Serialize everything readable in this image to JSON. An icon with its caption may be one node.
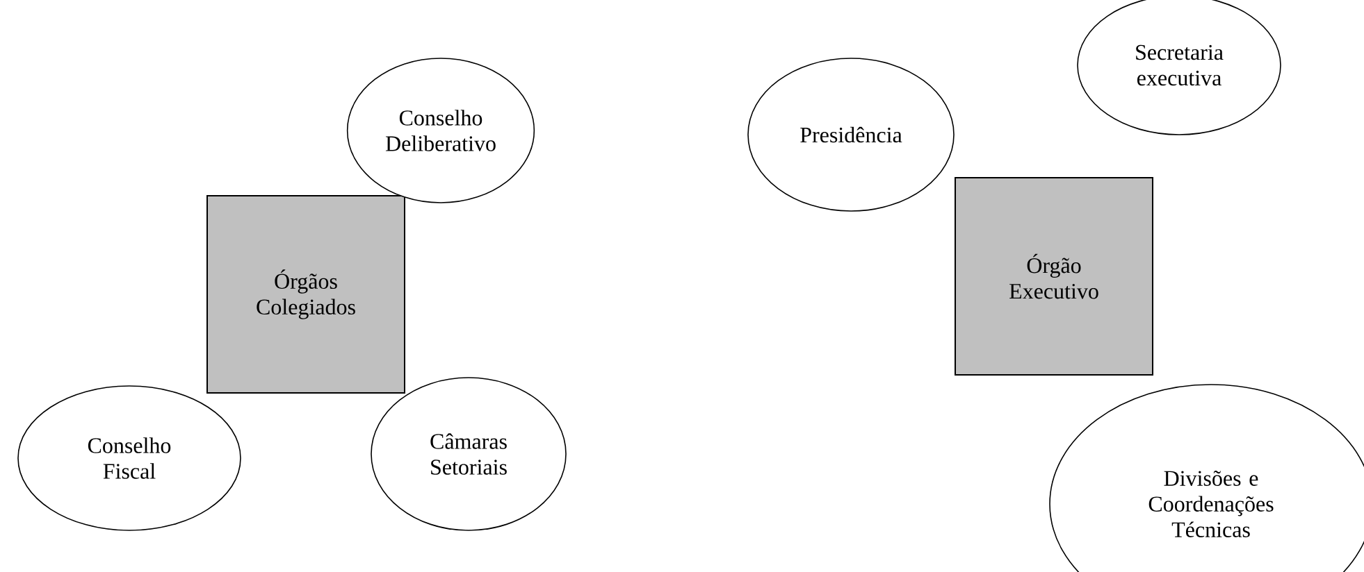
{
  "diagram": {
    "nodes": [
      {
        "text": [
          "Órgãos Colegiados"
        ]
      },
      {
        "text": [
          "Conselho Deliberativo"
        ]
      },
      {
        "text": [
          "Conselho Fiscal"
        ]
      },
      {
        "text": [
          "Câmaras Setoriais"
        ]
      },
      {
        "text": [
          "Presidência"
        ]
      },
      {
        "text": [
          "Secretaria executiva"
        ]
      },
      {
        "text": [
          "Órgão Executivo"
        ]
      },
      {
        "text": [
          "Divisões e Coordenações Técnicas"
        ]
      }
    ]
  }
}
